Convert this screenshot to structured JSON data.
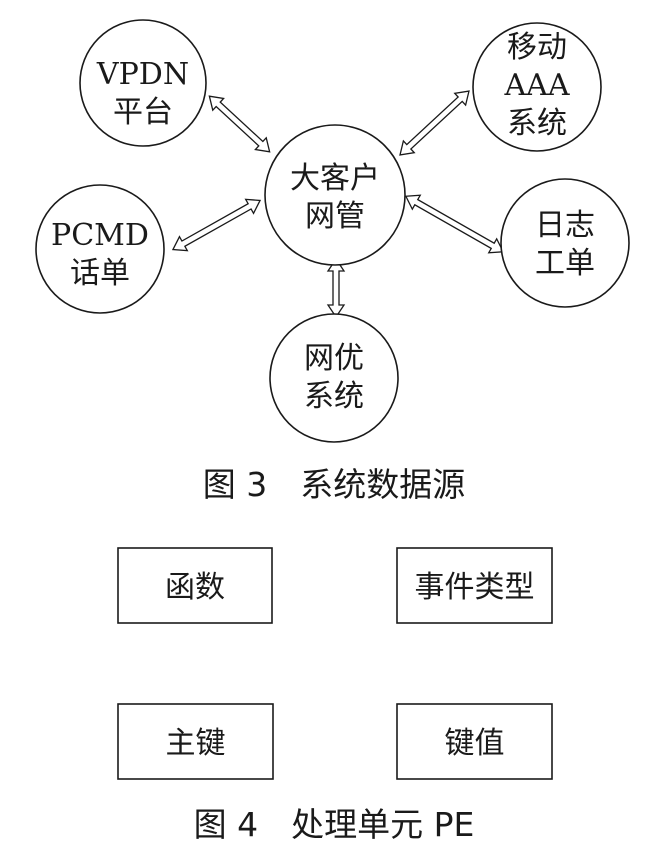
{
  "figure3": {
    "caption": "图 3　系统数据源",
    "center": {
      "line1": "大客户",
      "line2": "网管"
    },
    "sources": [
      {
        "id": "vpdn",
        "lines": [
          "VPDN",
          "平台"
        ]
      },
      {
        "id": "aaa",
        "lines": [
          "移动",
          "AAA",
          "系统"
        ]
      },
      {
        "id": "pcmd",
        "lines": [
          "PCMD",
          "话单"
        ]
      },
      {
        "id": "log",
        "lines": [
          "日志",
          "工单"
        ]
      },
      {
        "id": "netopt",
        "lines": [
          "网优",
          "系统"
        ]
      }
    ]
  },
  "figure4": {
    "caption": "图 4　处理单元 PE",
    "units": [
      "函数",
      "事件类型",
      "主键",
      "键值"
    ]
  }
}
